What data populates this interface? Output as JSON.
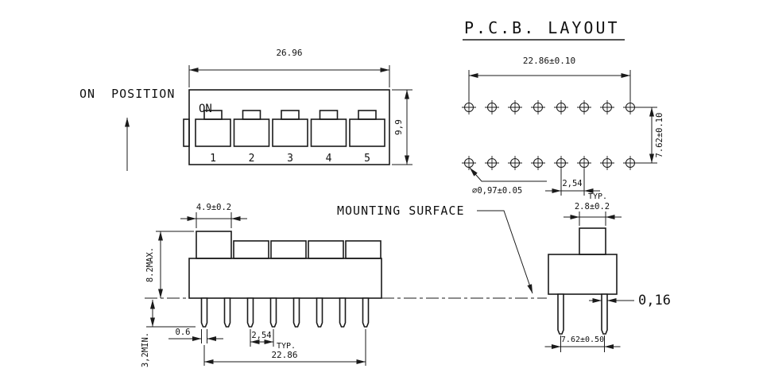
{
  "title": "P.C.B. LAYOUT",
  "labels": {
    "on_position": "ON  POSITION",
    "on": "ON",
    "mounting_surface": "MOUNTING SURFACE",
    "switch_numbers": [
      "1",
      "2",
      "3",
      "4",
      "5"
    ]
  },
  "dims": {
    "top_width": "26.96",
    "top_height": "9,9",
    "pcb_width": "22.86±0.10",
    "pcb_row_spacing": "7.62±0.10",
    "hole_diameter": "⌀0,97±0.05",
    "hole_pitch": "2,54",
    "hole_pitch_typ": "TYP.",
    "button_width": "4.9±0.2",
    "body_height": "8.2MAX.",
    "pin_length": "3,2MIN.",
    "pin_width": "0.6",
    "pin_pitch": "2,54",
    "pin_pitch_typ": "TYP.",
    "pin_span": "22.86",
    "end_button_width": "2.8±0.2",
    "pin_thickness": "0,16",
    "end_pin_spacing": "7.62±0.50"
  },
  "colors": {
    "line": "#1a1a1a",
    "background": "#ffffff"
  }
}
